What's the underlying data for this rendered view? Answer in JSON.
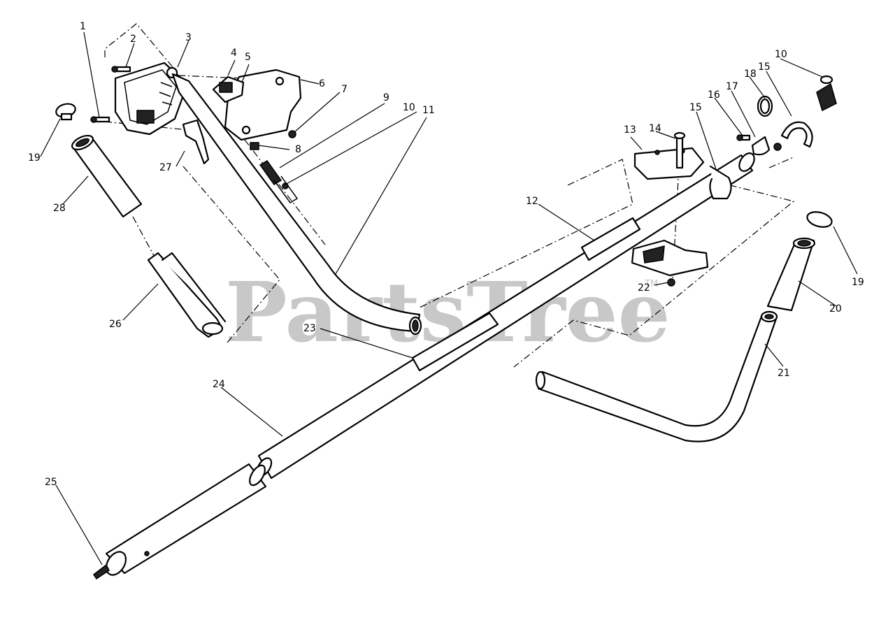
{
  "watermark": {
    "text": "PartsTree",
    "tm": "TM"
  },
  "callouts": {
    "c1": "1",
    "c2": "2",
    "c3": "3",
    "c4": "4",
    "c5": "5",
    "c6": "6",
    "c7": "7",
    "c8": "8",
    "c9": "9",
    "c10a": "10",
    "c11": "11",
    "c10b": "10",
    "c18": "18",
    "c15a": "15",
    "c17": "17",
    "c16": "16",
    "c15b": "15",
    "c14": "14",
    "c13": "13",
    "c12": "12",
    "c19a": "19",
    "c28": "28",
    "c27": "27",
    "c26": "26",
    "c23": "23",
    "c22": "22",
    "c19b": "19",
    "c20": "20",
    "c21": "21",
    "c24": "24",
    "c25": "25"
  }
}
